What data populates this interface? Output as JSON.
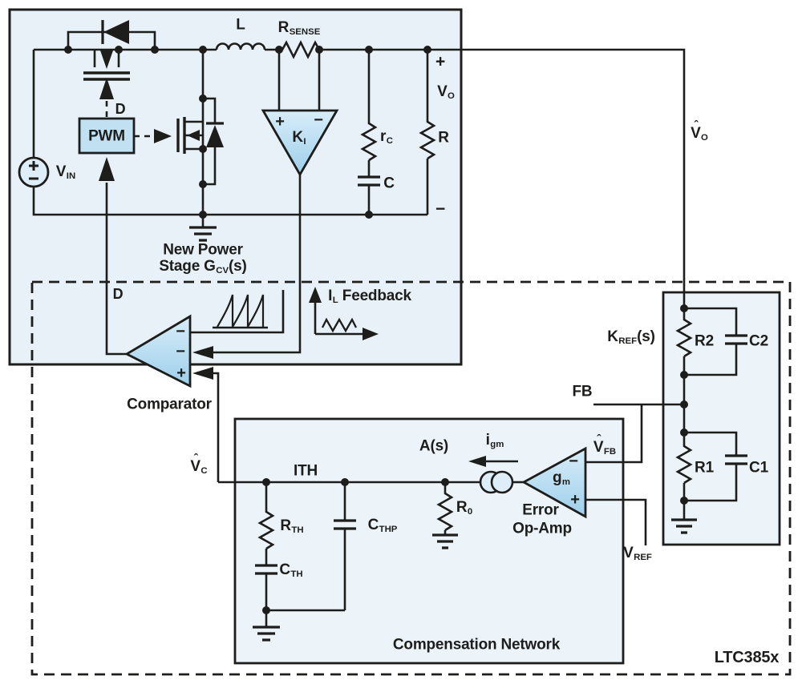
{
  "colors": {
    "background": "#ffffff",
    "line": "#1d1d1b",
    "power_box_fill": "#e8f1f8",
    "panel_fill": "#ecf4fa",
    "block_fill": "#c1e1f3",
    "circle_fill": "#ddeef9",
    "amp_gradient_top": "#d8edf9",
    "amp_gradient_bottom": "#9dcfeb"
  },
  "labels": {
    "l": [
      {
        "t": "L"
      }
    ],
    "rsense": [
      {
        "t": "R"
      },
      {
        "t": "SENSE",
        "sub": true
      }
    ],
    "vo_plus": [
      {
        "t": "+"
      }
    ],
    "vo": [
      {
        "t": "V"
      },
      {
        "t": "O",
        "sub": true
      }
    ],
    "vo_minus": [
      {
        "t": "−"
      }
    ],
    "r": [
      {
        "t": "R"
      }
    ],
    "rc": [
      {
        "t": "r"
      },
      {
        "t": "C",
        "sub": true
      }
    ],
    "c": [
      {
        "t": "C"
      }
    ],
    "vin": [
      {
        "t": "V"
      },
      {
        "t": "IN",
        "sub": true
      }
    ],
    "pwm": [
      {
        "t": "PWM"
      }
    ],
    "d_gate": [
      {
        "t": "D"
      }
    ],
    "d_loop": [
      {
        "t": "D"
      }
    ],
    "power_stage_1": [
      {
        "t": "New Power"
      }
    ],
    "power_stage_2": [
      {
        "t": "Stage G"
      },
      {
        "t": "CV",
        "sub": true
      },
      {
        "t": "(s)"
      }
    ],
    "vo_hat": [
      {
        "t": "V",
        "hat": true
      },
      {
        "t": "O",
        "sub": true
      }
    ],
    "il_feedback": [
      {
        "t": "I"
      },
      {
        "t": "L",
        "sub": true
      },
      {
        "t": " Feedback"
      }
    ],
    "comparator": [
      {
        "t": "Comparator"
      }
    ],
    "comp_minus1": [
      {
        "t": "−"
      }
    ],
    "comp_minus2": [
      {
        "t": "−"
      }
    ],
    "comp_plus": [
      {
        "t": "+"
      }
    ],
    "ki": [
      {
        "t": "K"
      },
      {
        "t": "I",
        "sub": true
      }
    ],
    "ki_plus": [
      {
        "t": "+"
      }
    ],
    "ki_minus": [
      {
        "t": "−"
      }
    ],
    "vc_hat": [
      {
        "t": "V",
        "hat": true
      },
      {
        "t": "C",
        "sub": true
      }
    ],
    "ith": [
      {
        "t": "ITH"
      }
    ],
    "a_s": [
      {
        "t": "A(s)"
      }
    ],
    "igm": [
      {
        "t": "i"
      },
      {
        "t": "gm",
        "sub": true
      }
    ],
    "rth": [
      {
        "t": "R"
      },
      {
        "t": "TH",
        "sub": true
      }
    ],
    "cth": [
      {
        "t": "C"
      },
      {
        "t": "TH",
        "sub": true
      }
    ],
    "cthp": [
      {
        "t": "C"
      },
      {
        "t": "THP",
        "sub": true
      }
    ],
    "r0": [
      {
        "t": "R"
      },
      {
        "t": "0",
        "sub": true
      }
    ],
    "gm": [
      {
        "t": "g"
      },
      {
        "t": "m",
        "sub": true
      }
    ],
    "amp_minus": [
      {
        "t": "−"
      }
    ],
    "amp_plus": [
      {
        "t": "+"
      }
    ],
    "vfb_hat": [
      {
        "t": "V",
        "hat": true
      },
      {
        "t": "FB",
        "sub": true
      }
    ],
    "error_1": [
      {
        "t": "Error"
      }
    ],
    "error_2": [
      {
        "t": "Op-Amp"
      }
    ],
    "fb": [
      {
        "t": "FB"
      }
    ],
    "vref": [
      {
        "t": "V"
      },
      {
        "t": "REF",
        "sub": true
      }
    ],
    "kref": [
      {
        "t": "K"
      },
      {
        "t": "REF",
        "sub": true
      },
      {
        "t": "(s)"
      }
    ],
    "r2": [
      {
        "t": "R2"
      }
    ],
    "c2": [
      {
        "t": "C2"
      }
    ],
    "r1": [
      {
        "t": "R1"
      }
    ],
    "c1": [
      {
        "t": "C1"
      }
    ],
    "comp_network": [
      {
        "t": "Compensation Network"
      }
    ],
    "ltc": [
      {
        "t": "LTC385x"
      }
    ]
  }
}
